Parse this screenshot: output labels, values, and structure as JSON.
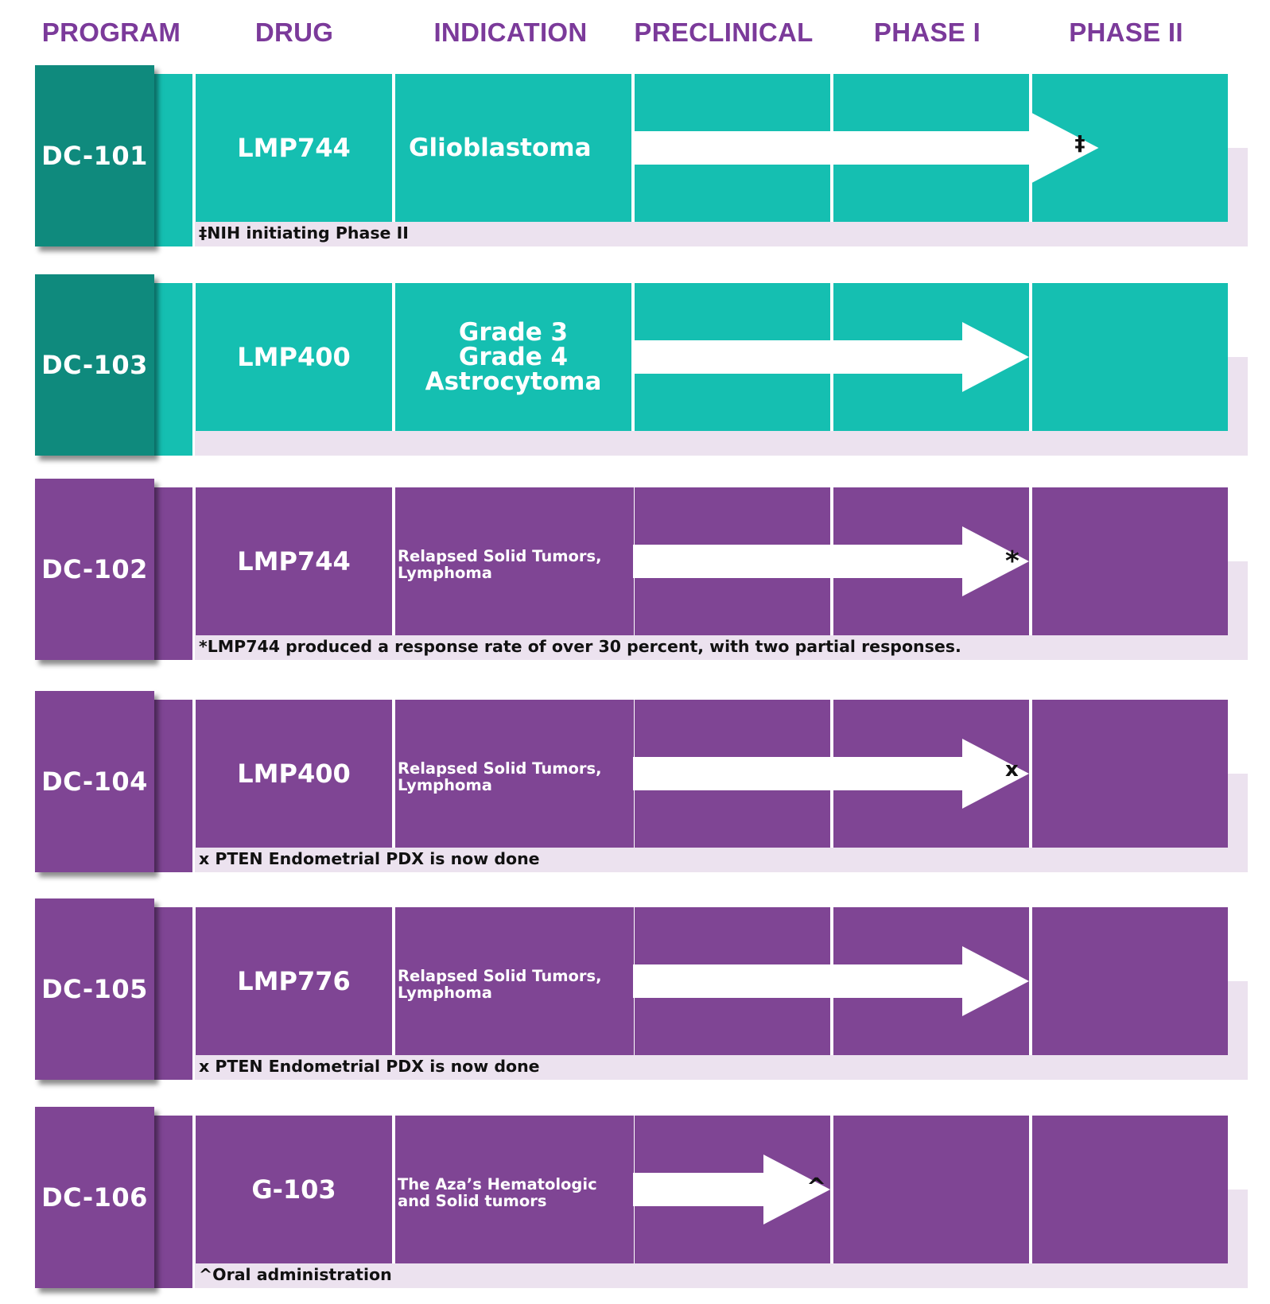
{
  "headers": {
    "program": "PROGRAM",
    "drug": "DRUG",
    "indication": "INDICATION",
    "preclinical": "PRECLINICAL",
    "phase1": "PHASE I",
    "phase2": "PHASE II"
  },
  "colors": {
    "teal": "#15bfb1",
    "teal_dark": "#0f8a7d",
    "purple": "#7f4594",
    "header_purple": "#7b3a9a",
    "note_band": "#ece2ef"
  },
  "programs": [
    {
      "id": "DC-101",
      "drug": "LMP744",
      "indication": "Glioblastoma",
      "note": "‡NIH initiating Phase II",
      "marker": "‡",
      "color": "teal",
      "progress_stage": 2.35
    },
    {
      "id": "DC-103",
      "drug": "LMP400",
      "indication": "Grade 3\nGrade 4\nAstrocytoma",
      "note": "",
      "marker": "",
      "color": "teal",
      "progress_stage": 2.0
    },
    {
      "id": "DC-102",
      "drug": "LMP744",
      "indication": "Relapsed Solid Tumors,\nLymphoma",
      "note": "*LMP744 produced a response rate of over 30 percent, with two partial responses.",
      "marker": "*",
      "color": "purple",
      "progress_stage": 2.0
    },
    {
      "id": "DC-104",
      "drug": "LMP400",
      "indication": "Relapsed Solid Tumors,\nLymphoma",
      "note": "x PTEN Endometrial PDX is now done",
      "marker": "x",
      "color": "purple",
      "progress_stage": 2.0
    },
    {
      "id": "DC-105",
      "drug": "LMP776",
      "indication": "Relapsed Solid Tumors,\nLymphoma",
      "note": "x PTEN Endometrial PDX is now done",
      "marker": "",
      "color": "purple",
      "progress_stage": 2.0
    },
    {
      "id": "DC-106",
      "drug": "G-103",
      "indication": "The Aza’s Hematologic\nand Solid tumors",
      "note": "^Oral administration",
      "marker": "^",
      "color": "purple",
      "progress_stage": 1.0
    }
  ]
}
